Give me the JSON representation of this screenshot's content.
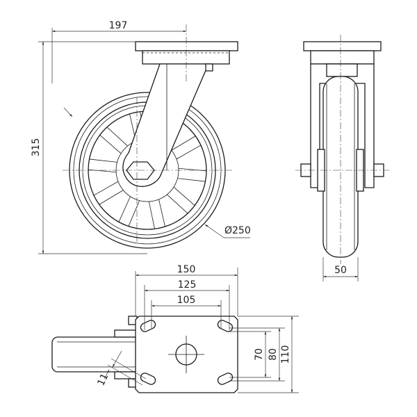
{
  "dimensions": {
    "offset": "197",
    "height": "315",
    "wheel_diameter": "Ø250",
    "wheel_width": "50",
    "plate_length": "150",
    "hole_spacing_outer_x": "125",
    "hole_spacing_inner_x": "105",
    "hole_spacing_inner_y": "70",
    "hole_spacing_outer_y": "80",
    "plate_width": "110",
    "slot_width": "11"
  }
}
